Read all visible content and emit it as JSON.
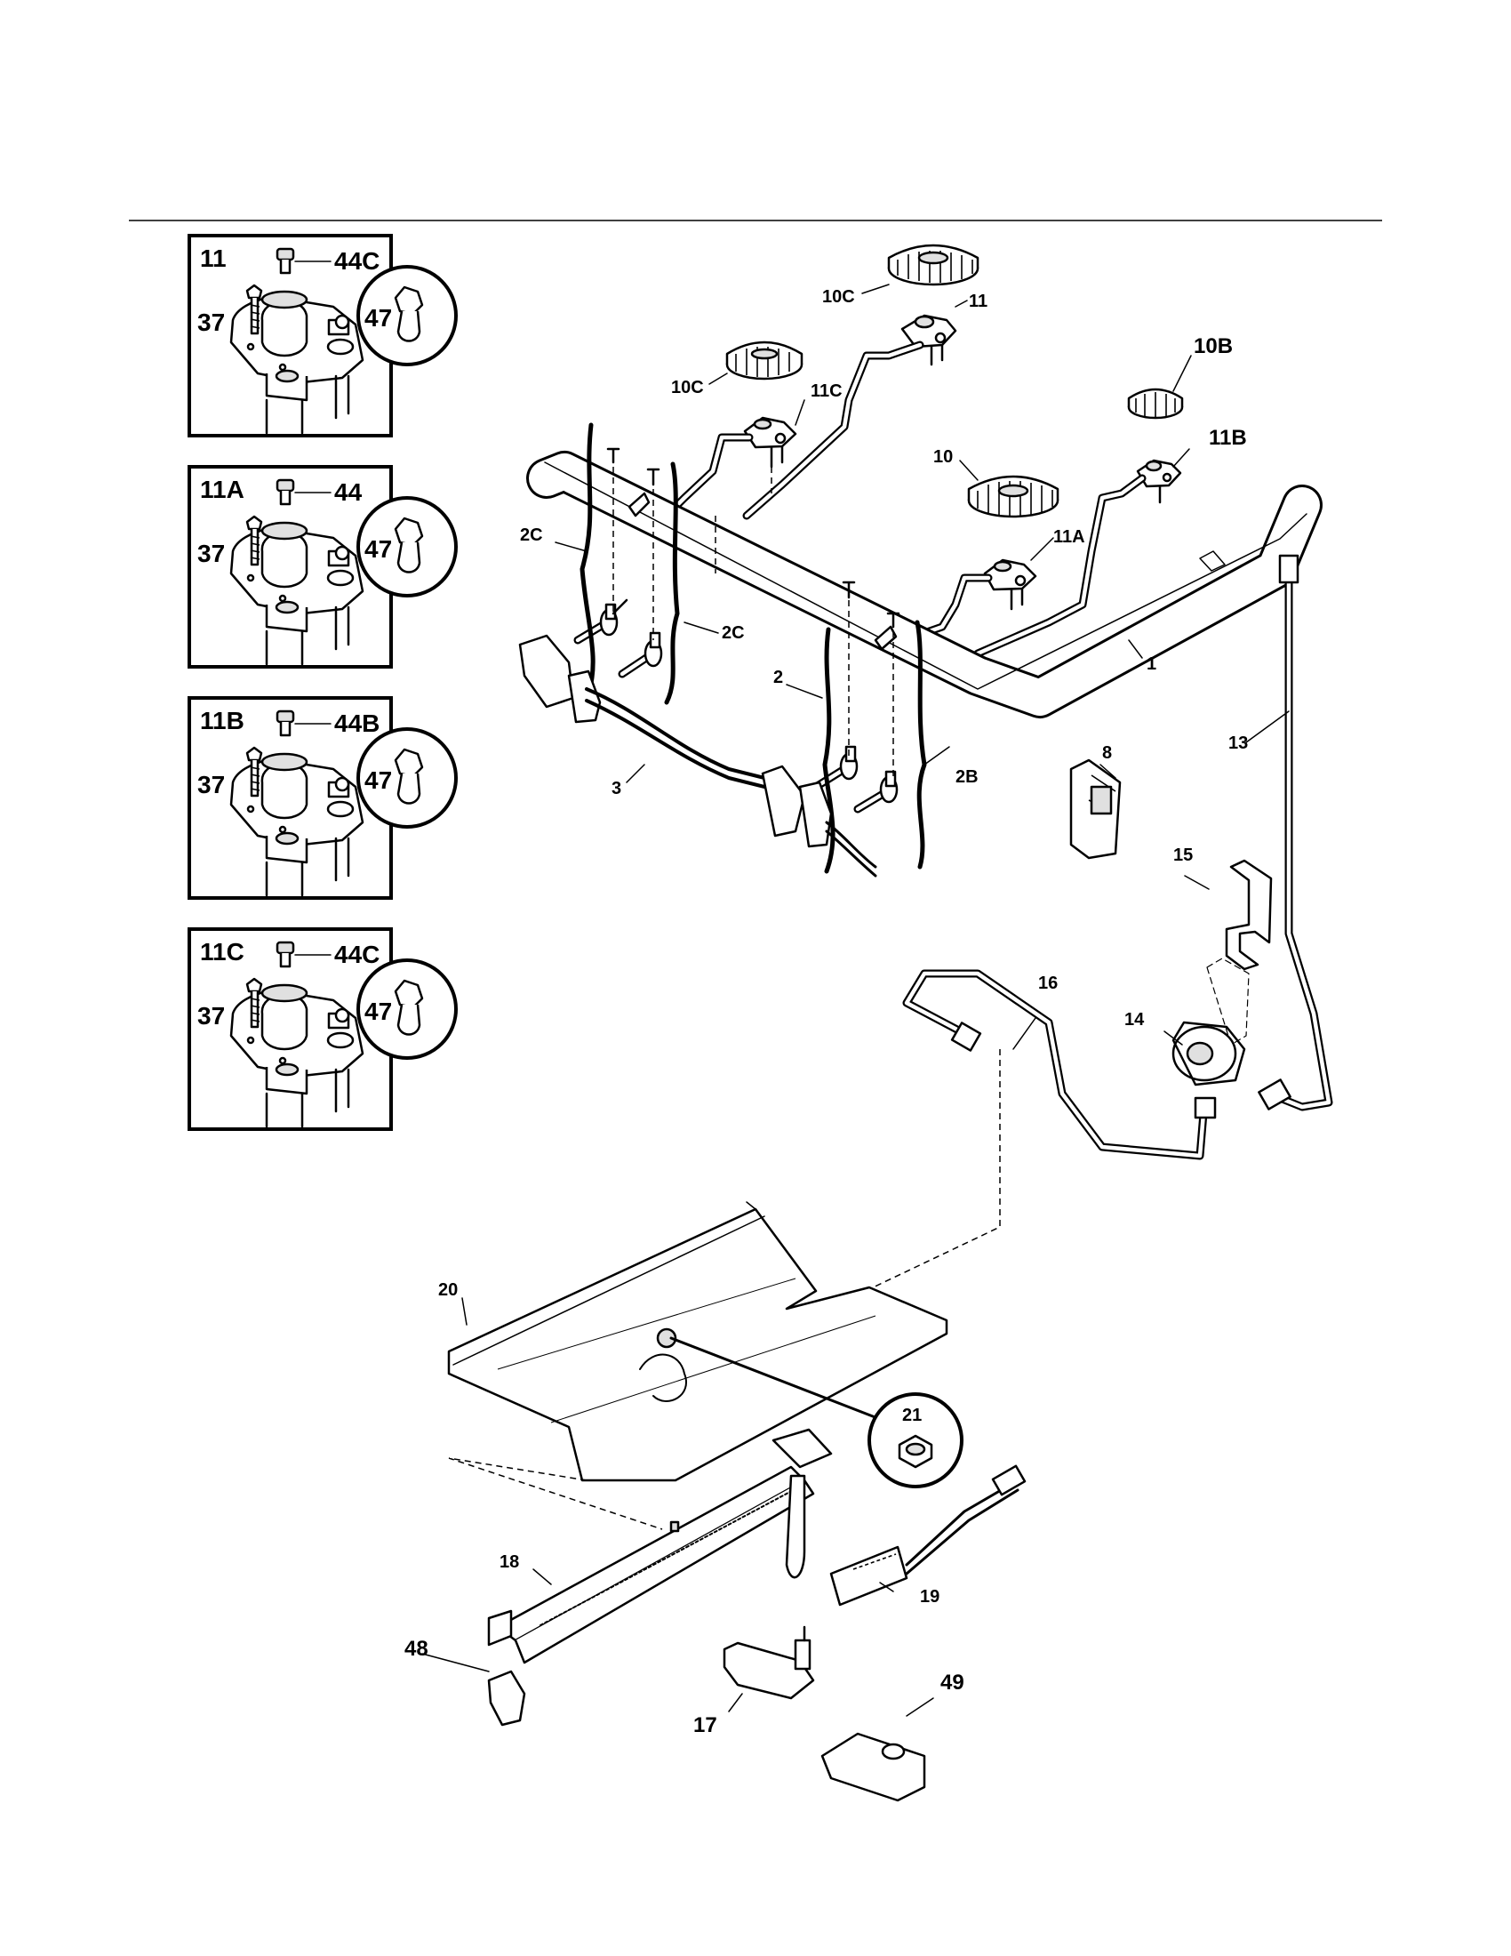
{
  "insets": [
    {
      "title": "11",
      "screw": "44C",
      "bolt": "37",
      "orifice": "47"
    },
    {
      "title": "11A",
      "screw": "44",
      "bolt": "37",
      "orifice": "47"
    },
    {
      "title": "11B",
      "screw": "44B",
      "bolt": "37",
      "orifice": "47"
    },
    {
      "title": "11C",
      "screw": "44C",
      "bolt": "37",
      "orifice": "47"
    }
  ],
  "callouts": {
    "p10C_top": "10C",
    "p11_top": "11",
    "p10C": "10C",
    "p11C": "11C",
    "p10B": "10B",
    "p11B": "11B",
    "p10": "10",
    "p11A": "11A",
    "p2C_left": "2C",
    "p2C_right": "2C",
    "p1": "1",
    "p2": "2",
    "p2B": "2B",
    "p3": "3",
    "p8": "8",
    "p13": "13",
    "p15": "15",
    "p16": "16",
    "p14": "14",
    "p20": "20",
    "p21": "21",
    "p18": "18",
    "p19": "19",
    "p48": "48",
    "p17": "17",
    "p49": "49"
  }
}
